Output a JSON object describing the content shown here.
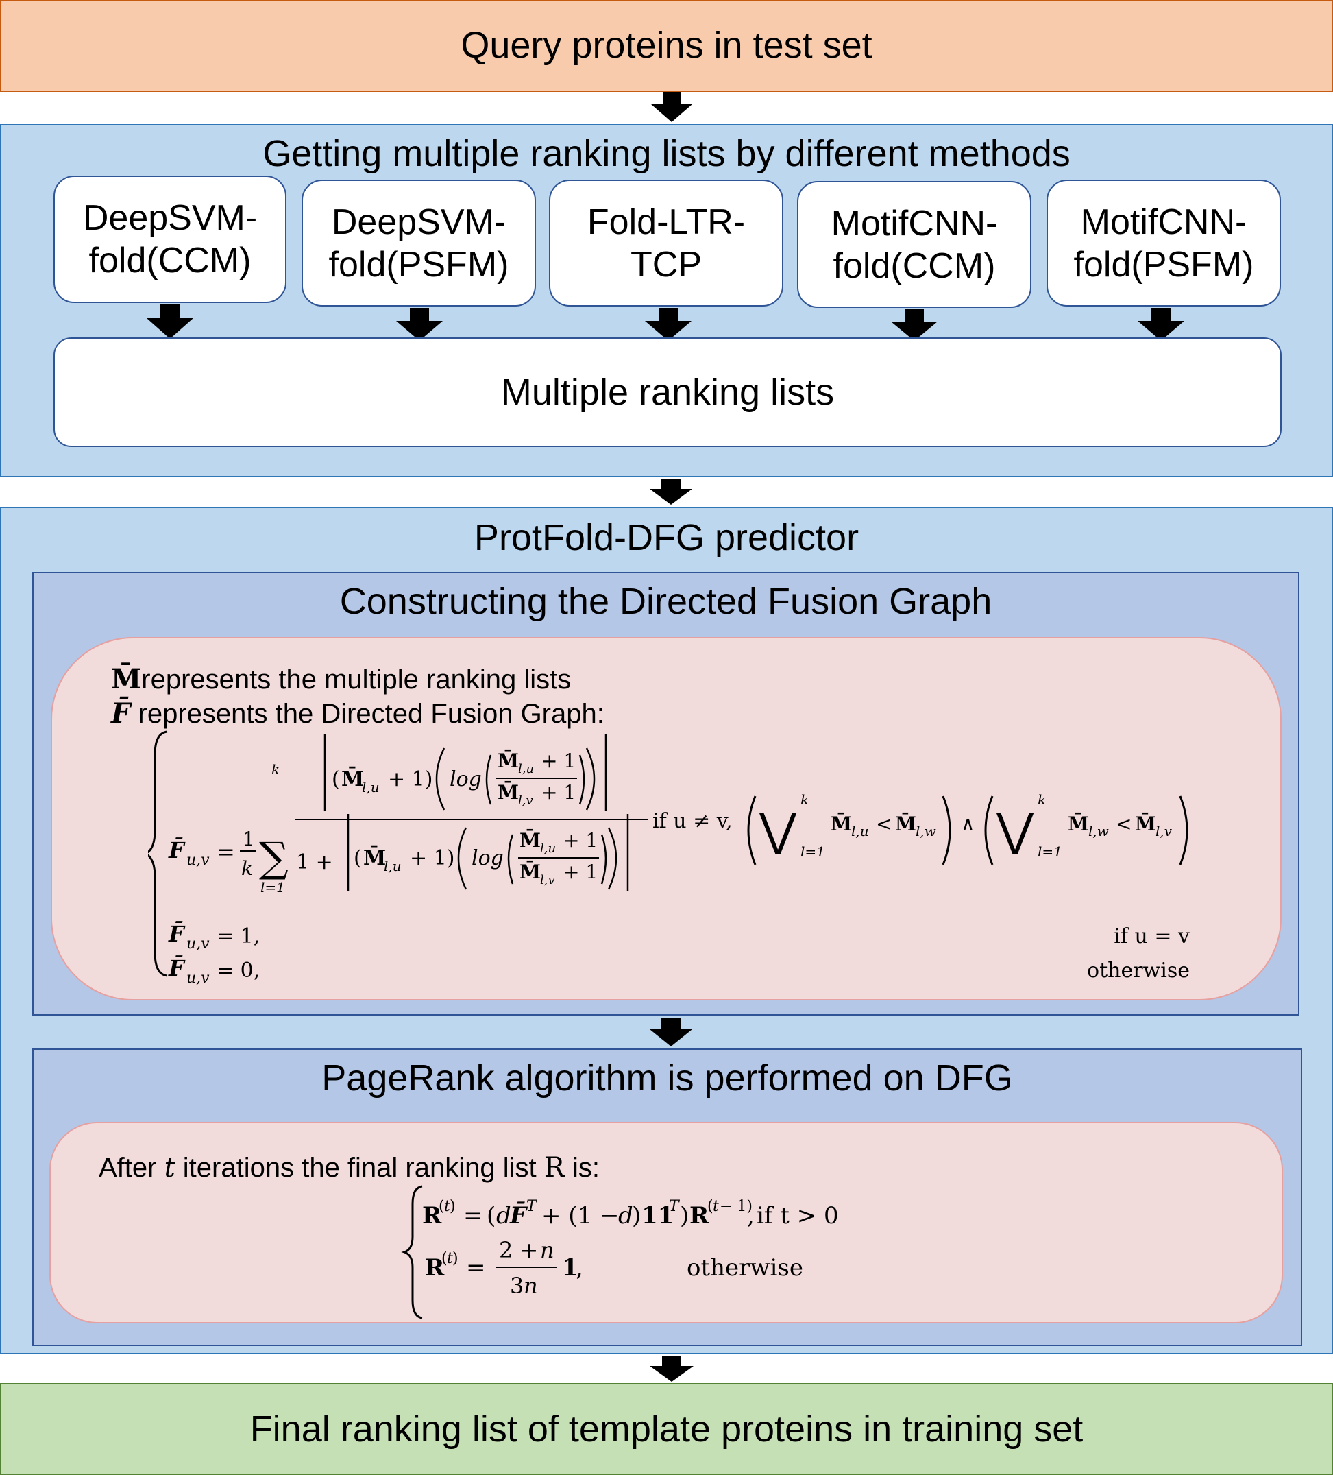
{
  "query": "Query proteins in test set",
  "getting": {
    "title": "Getting multiple ranking lists by different methods",
    "methods": [
      {
        "line1": "DeepSVM-",
        "line2": "fold(CCM)"
      },
      {
        "line1": "DeepSVM-",
        "line2": "fold(PSFM)"
      },
      {
        "line1": "Fold-LTR-",
        "line2": "TCP"
      },
      {
        "line1": "MotifCNN-",
        "line2": "fold(CCM)"
      },
      {
        "line1": "MotifCNN-",
        "line2": "fold(PSFM)"
      }
    ],
    "multiple_lists": "Multiple ranking lists"
  },
  "predictor": {
    "title": "ProtFold-DFG predictor",
    "dfg": {
      "title": "Constructing the Directed Fusion Graph",
      "line1_rest": "represents the multiple ranking lists",
      "line2_rest": " represents the Directed Fusion Graph:",
      "cond1": "if u ≠ v,",
      "cond2": "if u = v",
      "cond3": "otherwise",
      "val1": "= 1,",
      "val0": "= 0,"
    },
    "pagerank": {
      "title": "PageRank algorithm is performed on DFG",
      "intro_a": "After ",
      "intro_t": "t",
      "intro_b": " iterations the final ranking list ",
      "intro_R": "R",
      "intro_c": " is:",
      "cond1": "if t > 0",
      "cond2": "otherwise"
    }
  },
  "final": "Final ranking list of template proteins in training set"
}
